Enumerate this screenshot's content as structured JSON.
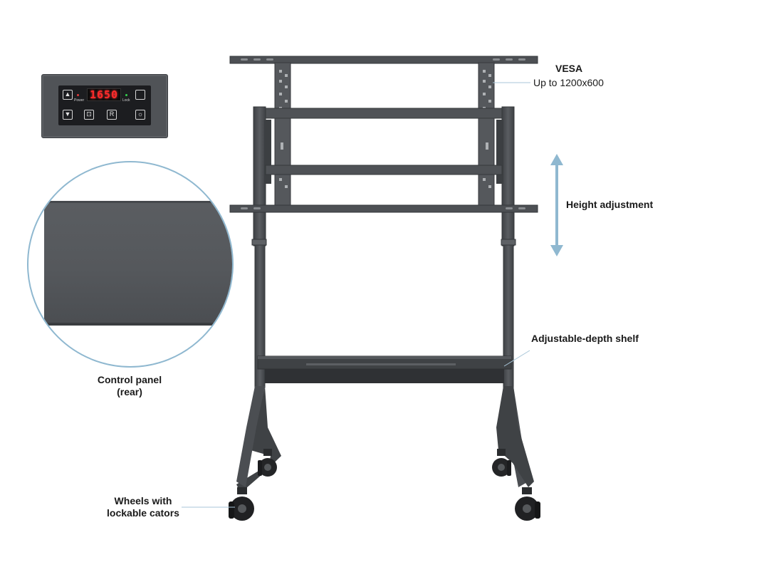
{
  "callouts": {
    "vesa_title": "VESA",
    "vesa_sub": "Up to 1200x600",
    "height": "Height adjustment",
    "shelf": "Adjustable-depth shelf",
    "control_line1": "Control panel",
    "control_line2": "(rear)",
    "wheels_line1": "Wheels with",
    "wheels_line2": "lockable cators"
  },
  "control_panel": {
    "display_value": "1650",
    "power_label": "Power",
    "lock_label": "Lock",
    "reset_key": "R"
  },
  "colors": {
    "frame": "#4a4d51",
    "frame_dark": "#3a3d40",
    "accent_arrow": "#8fb8d0",
    "led": "#ff2a2a",
    "text": "#1a1a1a"
  },
  "icons": [
    "up-arrow-icon",
    "down-arrow-icon",
    "unlock-icon",
    "reset-icon",
    "light-icon",
    "height-arrow-icon"
  ]
}
